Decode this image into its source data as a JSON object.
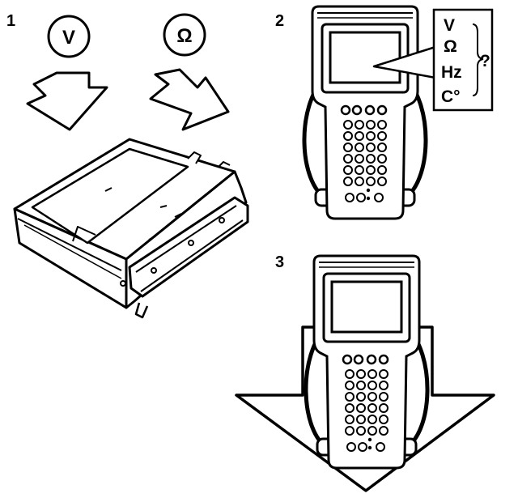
{
  "steps": {
    "step1": {
      "number": "1"
    },
    "step2": {
      "number": "2"
    },
    "step3": {
      "number": "3"
    }
  },
  "meter_symbols": {
    "volts": "V",
    "ohms": "Ω"
  },
  "measurement_list": {
    "items": [
      "V",
      "Ω",
      "Hz",
      "C°"
    ],
    "query": "?"
  },
  "icons": {
    "scan_tool": "handheld-scan-tool-icon",
    "control_module": "control-module-icon",
    "arrow": "outline-arrow-icon"
  },
  "colors": {
    "line": "#000000",
    "background": "#ffffff"
  }
}
